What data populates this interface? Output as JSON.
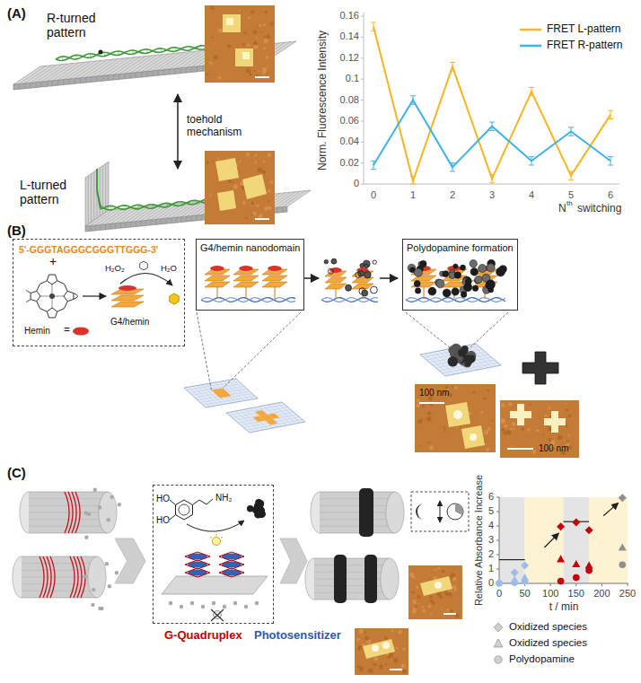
{
  "diagram": {
    "nodes": [
      {
        "text": [
          "R-turned pattern"
        ]
      },
      {
        "text": [
          "L-turned pattern"
        ]
      },
      {
        "text": [
          "5'-GGGTAGGGCGGGTTGGG-3'",
          "+",
          "H₂O₂",
          "H₂O",
          "G4/hemin",
          "Hemin",
          "="
        ]
      },
      {
        "text": [
          "G4/hemin nanodomain"
        ]
      },
      {
        "text": [
          "Polydopamine formation"
        ]
      },
      {
        "text": [
          "HO",
          "HO",
          "NH₂",
          "G-Quadruplex",
          "Photosensitizer"
        ]
      }
    ],
    "edges": [
      {
        "from": 0,
        "to": 1,
        "label": "toehold mechanism",
        "arrow": "both"
      }
    ],
    "labels": [
      "(A)",
      "0.16",
      "0.14",
      "0.12",
      "0.1",
      "0.08",
      "0.06",
      "0.04",
      "0.02",
      "0",
      "Norm. Fluorescence Intensity",
      "0",
      "1",
      "2",
      "3",
      "4",
      "5",
      "6",
      "N",
      "th",
      "switching",
      "(B)",
      "100 nm",
      "100 nm",
      "(C)",
      "6",
      "5",
      "4",
      "3",
      "2",
      "1",
      "0",
      "Relative Absorbance Increase",
      "0",
      "50",
      "100",
      "150",
      "200",
      "250",
      "t / min"
    ],
    "legend": [
      {
        "text": "FRET L-pattern",
        "color": "#f5b621"
      },
      {
        "text": "FRET R-pattern",
        "color": "#3fb3e5"
      },
      {
        "text": "Oxidized species"
      },
      {
        "text": "Oxidized species"
      },
      {
        "text": "Polydopamine"
      }
    ]
  }
}
